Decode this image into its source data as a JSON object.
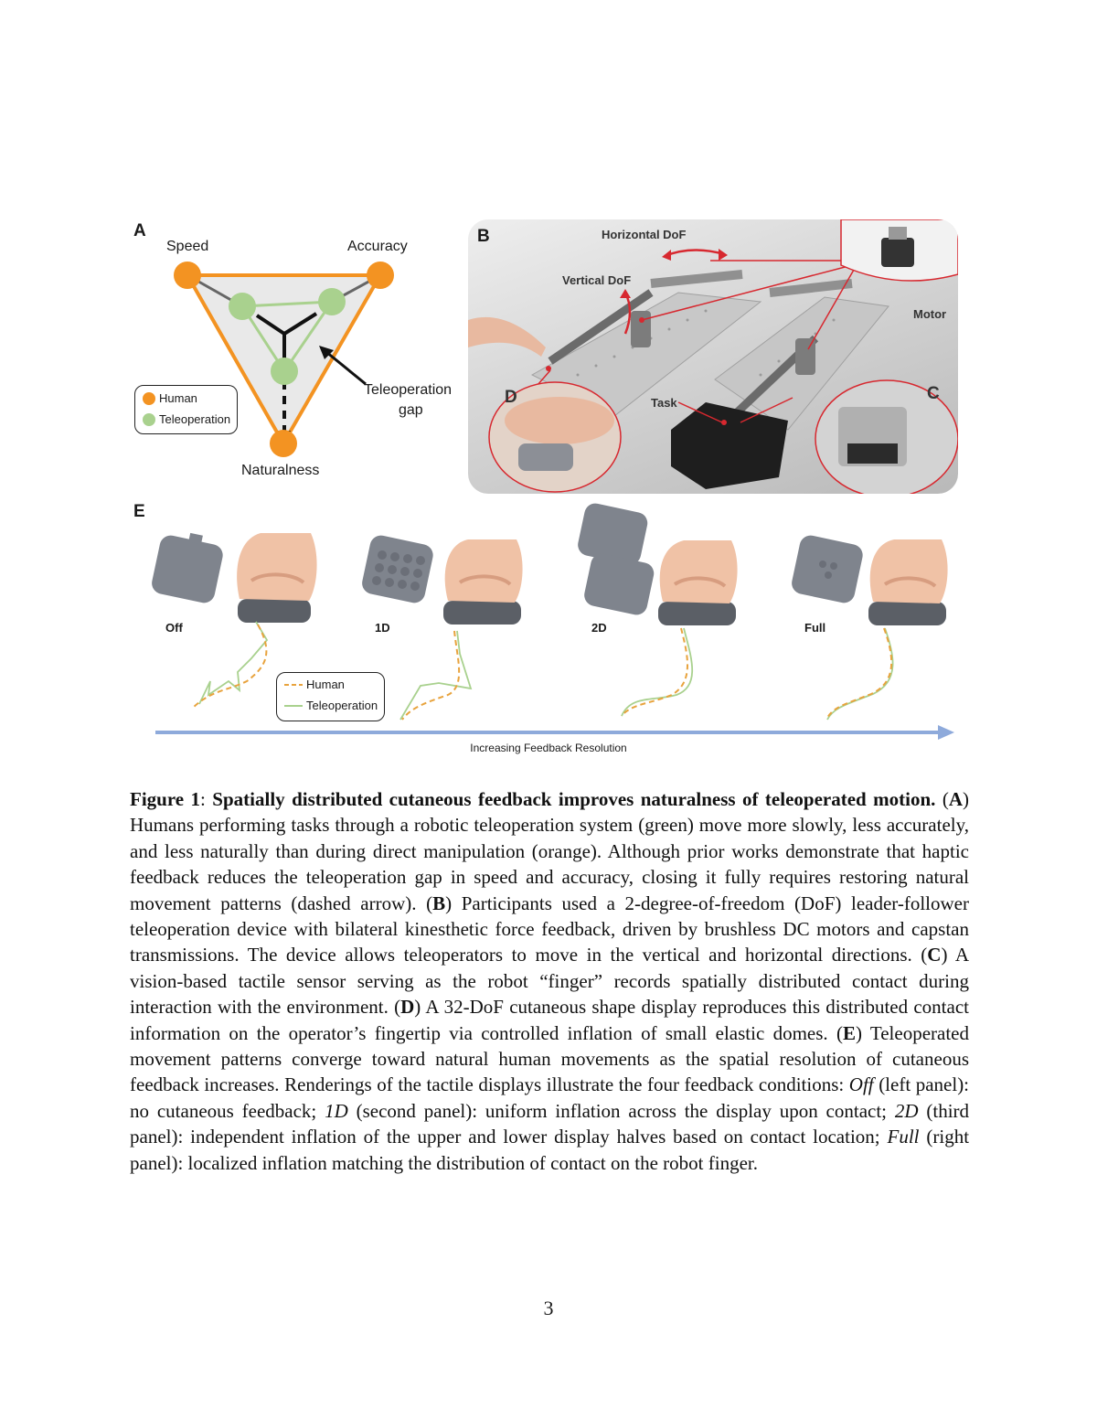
{
  "panel_a": {
    "letter": "A",
    "vertex_speed": "Speed",
    "vertex_accuracy": "Accuracy",
    "vertex_naturalness": "Naturalness",
    "gap_label_line1": "Teleoperation",
    "gap_label_line2": "gap",
    "legend_human": "Human",
    "legend_teleoperation": "Teleoperation",
    "human_color": "#f39322",
    "teleop_color": "#a9d18e"
  },
  "panel_b": {
    "letter": "B",
    "horizontal_dof": "Horizontal DoF",
    "vertical_dof": "Vertical DoF",
    "motor": "Motor",
    "task": "Task",
    "inset_c": "C",
    "inset_d": "D",
    "accent_color": "#d7282f"
  },
  "panel_e": {
    "letter": "E",
    "conditions": [
      "Off",
      "1D",
      "2D",
      "Full"
    ],
    "legend_human": "Human",
    "legend_teleoperation": "Teleoperation",
    "axis_label": "Increasing Feedback Resolution",
    "arrow_color": "#8eaadb",
    "human_color": "#e8a33d",
    "teleop_color": "#a9d18e"
  },
  "caption": {
    "figure_label": "Figure 1",
    "title": "Spatially distributed cutaneous feedback improves naturalness of teleoperated motion.",
    "text_a_label": "A",
    "text_a": "Humans performing tasks through a robotic teleoperation system (green) move more slowly, less accurately, and less naturally than during direct manipulation (orange). Although prior works demonstrate that haptic feedback reduces the teleoperation gap in speed and accuracy, closing it fully requires restoring natural movement patterns (dashed arrow).",
    "text_b_label": "B",
    "text_b": "Participants used a 2-degree-of-freedom (DoF) leader-follower teleoperation device with bilateral kinesthetic force feedback, driven by brushless DC motors and capstan transmissions. The device allows teleoperators to move in the vertical and horizontal directions.",
    "text_c_label": "C",
    "text_c": "A vision-based tactile sensor serving as the robot “finger” records spatially distributed contact during interaction with the environment.",
    "text_d_label": "D",
    "text_d": "A 32-DoF cutaneous shape display reproduces this distributed contact information on the operator’s fingertip via controlled inflation of small elastic domes.",
    "text_e_label": "E",
    "text_e_1": "Teleoperated movement patterns converge toward natural human movements as the spatial resolution of cutaneous feedback increases. Renderings of the tactile displays illustrate the four feedback conditions:",
    "term_off": "Off",
    "text_e_2": "(left panel): no cutaneous feedback;",
    "term_1d": "1D",
    "text_e_3": "(second panel): uniform inflation across the display upon contact;",
    "term_2d": "2D",
    "text_e_4": "(third panel): independent inflation of the upper and lower display halves based on contact location;",
    "term_full": "Full",
    "text_e_5": "(right panel): localized inflation matching the distribution of contact on the robot finger."
  },
  "page_number": "3"
}
